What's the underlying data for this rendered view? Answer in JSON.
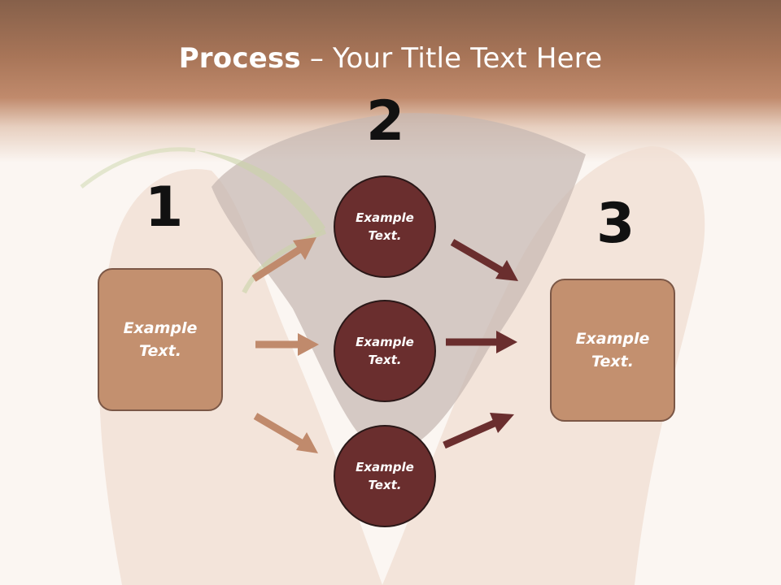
{
  "title": {
    "bold": "Process",
    "rest": " – Your Title Text Here"
  },
  "numbers": {
    "n1": "1",
    "n2": "2",
    "n3": "3"
  },
  "left_box": {
    "text": "Example\nText."
  },
  "right_box": {
    "text": "Example\nText."
  },
  "circles": [
    {
      "text": "Example\nText."
    },
    {
      "text": "Example\nText."
    },
    {
      "text": "Example\nText."
    }
  ],
  "colors": {
    "header": "#a87558",
    "box_fill": "#c3906f",
    "circle_fill": "#6a2e2e",
    "arrow_light": "#c08a6c",
    "arrow_dark": "#6a2e2e"
  }
}
